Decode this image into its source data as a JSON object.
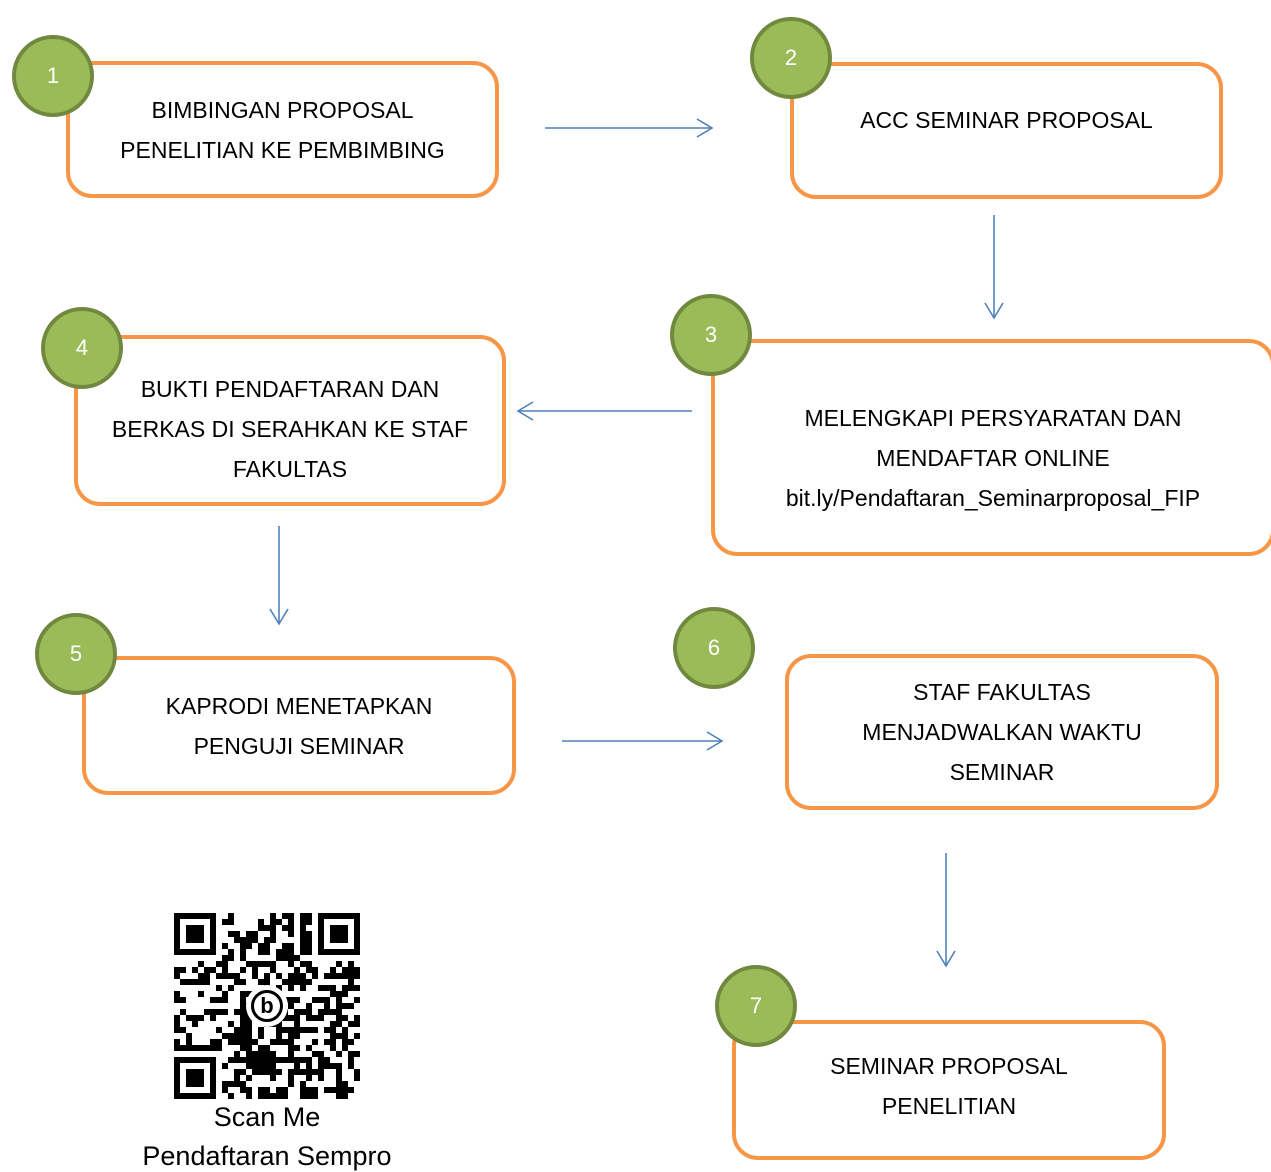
{
  "colors": {
    "box_border": "#f79646",
    "badge_fill": "#9bbb59",
    "badge_border": "#71893f",
    "arrow": "#4f81bd"
  },
  "steps": [
    {
      "number": "1",
      "lines": [
        "BIMBINGAN PROPOSAL",
        "PENELITIAN KE PEMBIMBING"
      ]
    },
    {
      "number": "2",
      "lines": [
        "ACC SEMINAR PROPOSAL"
      ]
    },
    {
      "number": "3",
      "lines": [
        "MELENGKAPI PERSYARATAN DAN",
        "MENDAFTAR ONLINE",
        "bit.ly/Pendaftaran_Seminarproposal_FIP"
      ]
    },
    {
      "number": "4",
      "lines": [
        "BUKTI PENDAFTARAN DAN",
        "BERKAS DI SERAHKAN KE STAF",
        "FAKULTAS"
      ]
    },
    {
      "number": "5",
      "lines": [
        "KAPRODI MENETAPKAN",
        "PENGUJI SEMINAR"
      ]
    },
    {
      "number": "6",
      "lines": [
        "STAF FAKULTAS",
        "MENJADWALKAN WAKTU",
        "SEMINAR"
      ]
    },
    {
      "number": "7",
      "lines": [
        "SEMINAR PROPOSAL",
        "PENELITIAN"
      ]
    }
  ],
  "qr": {
    "icon": "bitly-logo-icon",
    "logo_letter": "b",
    "caption_1": "Scan Me",
    "caption_2": "Pendaftaran Sempro"
  }
}
